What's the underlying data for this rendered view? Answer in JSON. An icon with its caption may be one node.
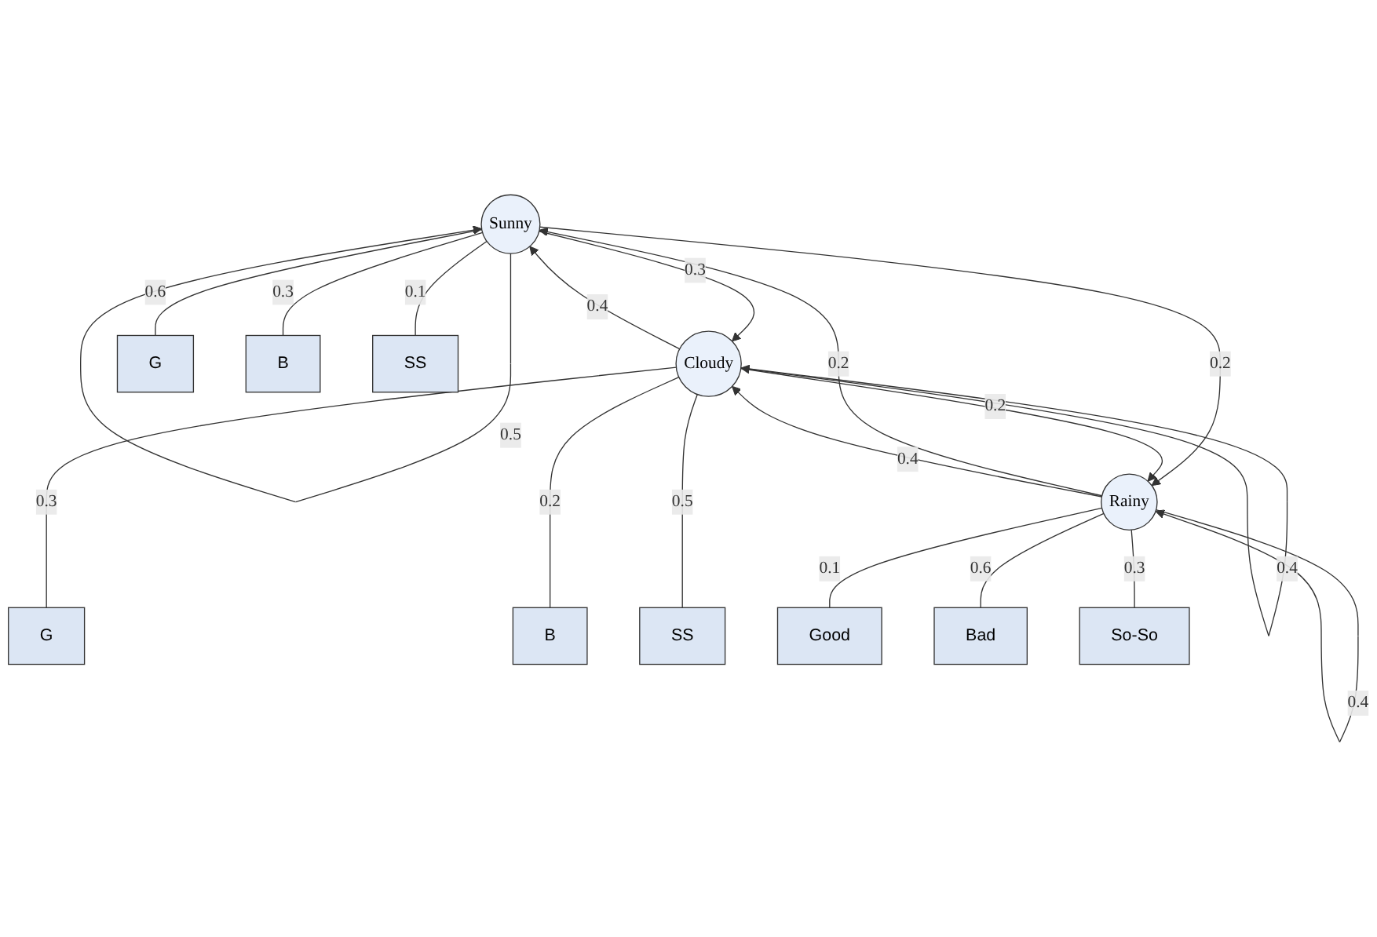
{
  "diagram": {
    "nodes": [
      {
        "text": [
          "Sunny"
        ]
      },
      {
        "text": [
          "Cloudy"
        ]
      },
      {
        "text": [
          "Rainy"
        ]
      },
      {
        "text": [
          "G"
        ]
      },
      {
        "text": [
          "B"
        ]
      },
      {
        "text": [
          "SS"
        ]
      },
      {
        "text": [
          "G"
        ]
      },
      {
        "text": [
          "B"
        ]
      },
      {
        "text": [
          "SS"
        ]
      },
      {
        "text": [
          "Good"
        ]
      },
      {
        "text": [
          "Bad"
        ]
      },
      {
        "text": [
          "So-So"
        ]
      }
    ],
    "edges": [
      {
        "from": 0,
        "to": 1,
        "arrow": "to",
        "label": "0.3"
      },
      {
        "from": 1,
        "to": 0,
        "arrow": "to",
        "label": "0.4"
      },
      {
        "from": 0,
        "to": 2,
        "arrow": "to",
        "label": "0.2"
      },
      {
        "from": 2,
        "to": 0,
        "arrow": "to",
        "label": "0.2"
      },
      {
        "from": 2,
        "to": 1,
        "arrow": "to",
        "label": "0.4"
      },
      {
        "from": 1,
        "to": 2,
        "arrow": "to",
        "label": "0.2"
      },
      {
        "from": 0,
        "to": 3,
        "arrow": "none",
        "label": "0.6"
      },
      {
        "from": 0,
        "to": 4,
        "arrow": "none",
        "label": "0.3"
      },
      {
        "from": 0,
        "to": 5,
        "arrow": "none",
        "label": "0.1"
      },
      {
        "from": 1,
        "to": 6,
        "arrow": "none",
        "label": "0.3"
      },
      {
        "from": 1,
        "to": 7,
        "arrow": "none",
        "label": "0.2"
      },
      {
        "from": 1,
        "to": 8,
        "arrow": "none",
        "label": "0.5"
      },
      {
        "from": 2,
        "to": 9,
        "arrow": "none",
        "label": "0.1"
      },
      {
        "from": 2,
        "to": 10,
        "arrow": "none",
        "label": "0.6"
      },
      {
        "from": 2,
        "to": 11,
        "arrow": "none",
        "label": "0.3"
      },
      {
        "from": 0,
        "to": 0,
        "arrow": "to",
        "label": "0.5"
      },
      {
        "from": 1,
        "to": 1,
        "arrow": "to",
        "label": "0.4"
      },
      {
        "from": 2,
        "to": 2,
        "arrow": "to",
        "label": "0.4"
      }
    ]
  }
}
